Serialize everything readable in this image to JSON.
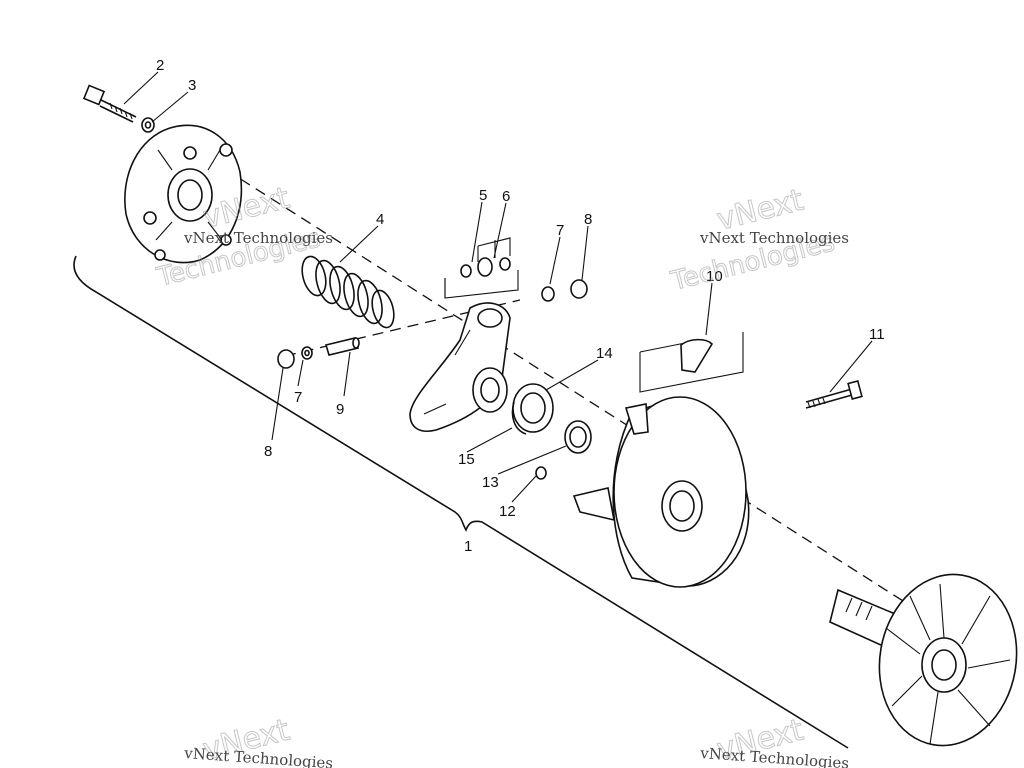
{
  "diagram": {
    "callouts": [
      {
        "id": "c1",
        "text": "1"
      },
      {
        "id": "c2",
        "text": "2"
      },
      {
        "id": "c3",
        "text": "3"
      },
      {
        "id": "c4",
        "text": "4"
      },
      {
        "id": "c5",
        "text": "5"
      },
      {
        "id": "c6",
        "text": "6"
      },
      {
        "id": "c7a",
        "text": "7"
      },
      {
        "id": "c7b",
        "text": "7"
      },
      {
        "id": "c8a",
        "text": "8"
      },
      {
        "id": "c8b",
        "text": "8"
      },
      {
        "id": "c9",
        "text": "9"
      },
      {
        "id": "c10",
        "text": "10"
      },
      {
        "id": "c11",
        "text": "11"
      },
      {
        "id": "c12",
        "text": "12"
      },
      {
        "id": "c13",
        "text": "13"
      },
      {
        "id": "c14",
        "text": "14"
      },
      {
        "id": "c15",
        "text": "15"
      }
    ]
  },
  "watermark": {
    "brand": "vNext",
    "company": "Technologies",
    "full": "vNext Technologies"
  }
}
